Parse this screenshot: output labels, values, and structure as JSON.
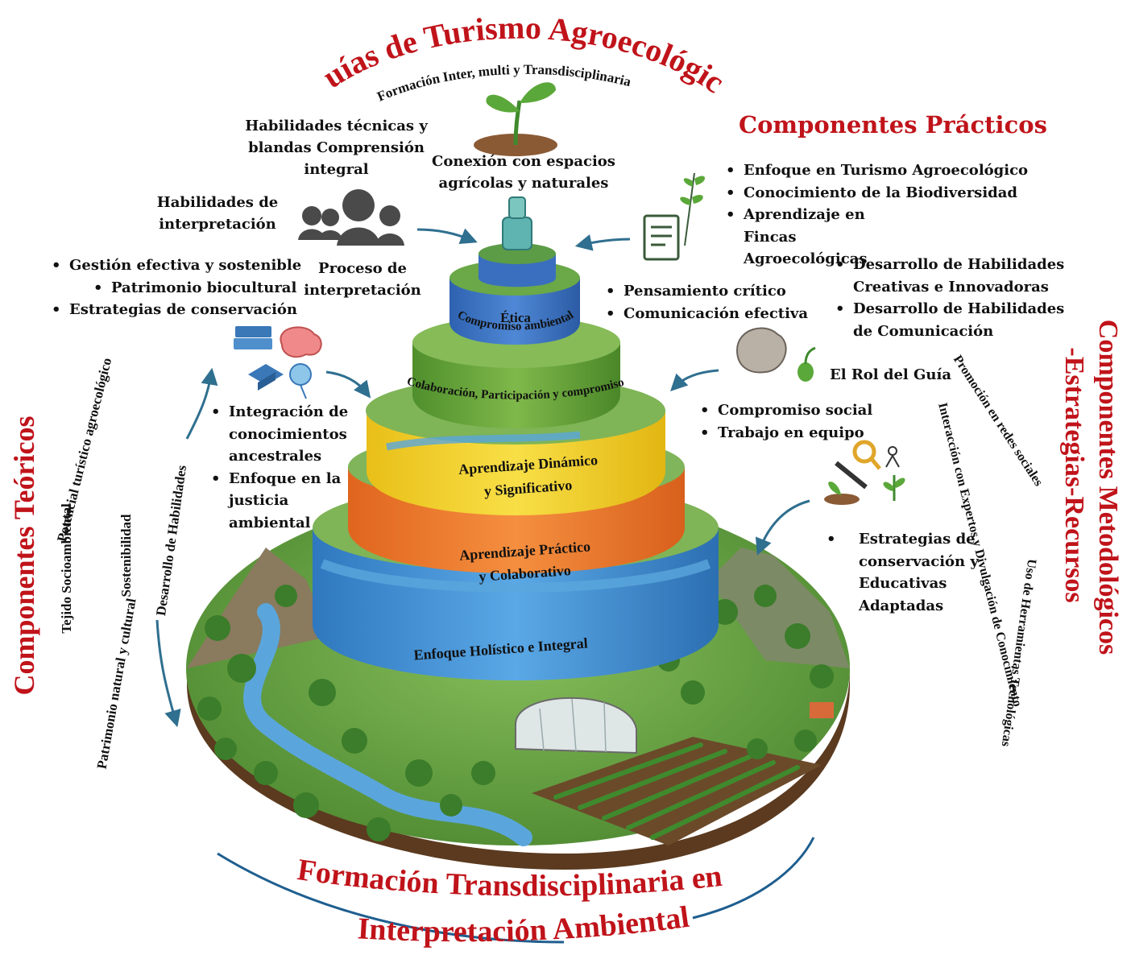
{
  "titles": {
    "top": "Guías de Turismo Agroecológico",
    "bottom_line1": "Formación Transdisciplinaria en",
    "bottom_line2": "Interpretación Ambiental",
    "left": "Componentes Teóricos",
    "right_line1": "Componentes Metodológicos",
    "right_line2": "-Estrategias-Recursos",
    "practical": "Componentes Prácticos"
  },
  "subtitle_arc": "Formación Inter, multi y Transdisciplinaria",
  "pyramid": {
    "tier5": "Ética",
    "tier5_arc": "Compromiso ambiental",
    "tier4_arc": "Colaboración, Participación y compromiso",
    "tier3_line1": "Aprendizaje Dinámico",
    "tier3_line2": "y  Significativo",
    "tier2_line1": "Aprendizaje Práctico",
    "tier2_line2": "y  Colaborativo",
    "tier1": "Enfoque  Holístico e Integral"
  },
  "text_blocks": {
    "habilidades_tecnicas": [
      "Habilidades técnicas y",
      "blandas Comprensión",
      "integral"
    ],
    "conexion": [
      "Conexión con espacios",
      "agrícolas y naturales"
    ],
    "habilidades_interp": [
      "Habilidades de",
      "interpretación"
    ],
    "proceso": [
      "Proceso de",
      "interpretación"
    ],
    "rol_guia": "El Rol del Guía"
  },
  "lists": {
    "practicos": [
      "Enfoque en Turismo Agroecológico",
      "Conocimiento de la Biodiversidad",
      "Aprendizaje en Fincas Agroecológicas"
    ],
    "habilidades_creativas": [
      "Desarrollo de Habilidades Creativas e Innovadoras",
      "Desarrollo de Habilidades de Comunicación"
    ],
    "gestion": [
      "Gestión efectiva y sostenible",
      "Patrimonio biocultural",
      "Estrategias de conservación"
    ],
    "pensamiento": [
      "Pensamiento crítico",
      "Comunicación efectiva"
    ],
    "integracion": [
      "Integración de conocimientos ancestrales",
      "Enfoque en la justicia ambiental"
    ],
    "compromiso": [
      "Compromiso social",
      "Trabajo en equipo"
    ],
    "estrategias": [
      "Estrategias de conservación y Educativas Adaptadas"
    ]
  },
  "left_arc_labels": [
    "Tejido Socioambiental",
    "Potencial turístico agroecológico",
    "Patrimonio natural y cultural",
    "Sostenibilidad",
    "Desarrollo de Habilidades"
  ],
  "right_arc_labels": [
    "Promoción en redes sociales",
    "Interacción con Expertos y Divulgación de Conocimiento",
    "Uso de Herramientas Tecnológicas"
  ],
  "colors": {
    "title_red": "#c0131a",
    "tier1": "#3f8fd0",
    "tier2": "#ef7a2d",
    "tier3": "#f3d12e",
    "tier4": "#6ea83c",
    "tier5": "#3a72c4",
    "grass": "#6fa84a",
    "river": "#5aa6dc"
  }
}
